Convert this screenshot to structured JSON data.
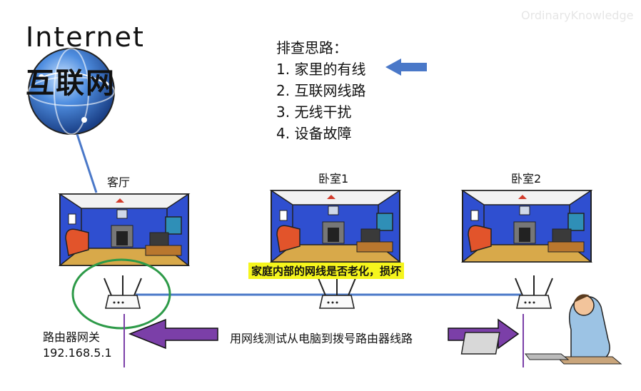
{
  "header": {
    "internet": "Internet",
    "internet_cn": "互联网",
    "watermark": "OrdinaryKnowledge"
  },
  "troubleshooting": {
    "title": "排查思路：",
    "steps": [
      "1. 家里的有线",
      "2. 互联网线路",
      "3. 无线干扰",
      "4. 设备故障"
    ]
  },
  "rooms": [
    {
      "name": "客厅"
    },
    {
      "name": "卧室1"
    },
    {
      "name": "卧室2"
    }
  ],
  "labels": {
    "internal_cable": "家庭内部的网线是否老化，损坏",
    "gateway_title": "路由器网关",
    "gateway_ip": "192.168.5.1",
    "test_path": "用网线测试从电脑到拨号路由器线路"
  },
  "colors": {
    "arrow_blue": "#4a78c8",
    "arrow_purple": "#7b3fa8",
    "line_blue": "#4a78c8",
    "circle_green": "#2d9a48",
    "highlight": "#f5f51c"
  }
}
